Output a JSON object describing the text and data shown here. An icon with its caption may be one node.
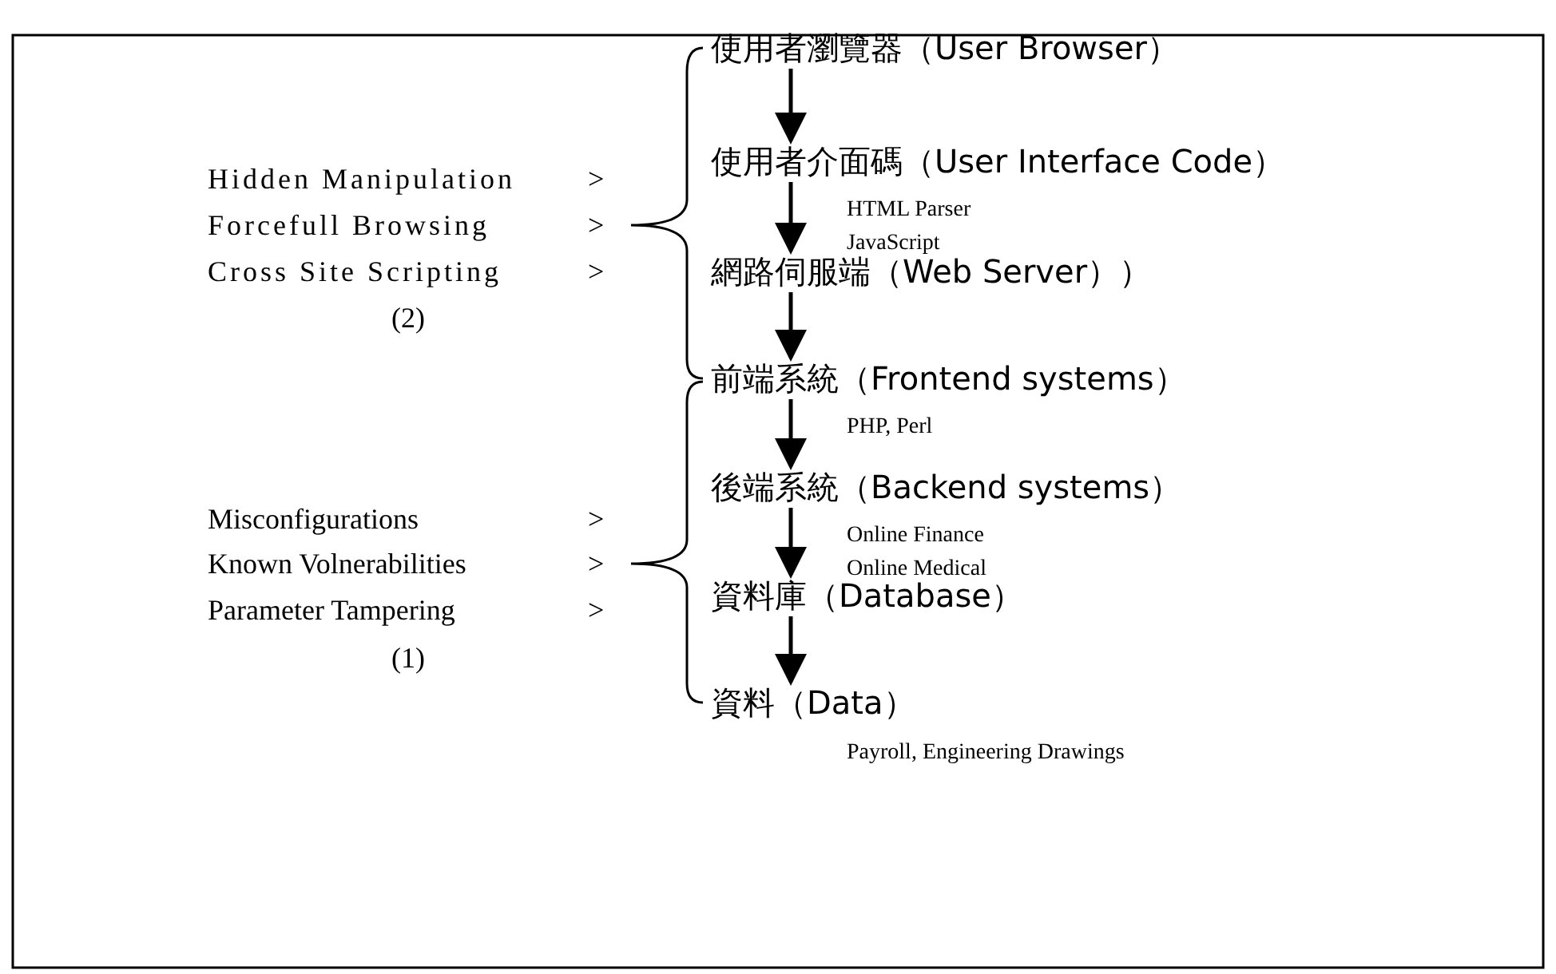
{
  "diagram": {
    "nodes": [
      {
        "text": [
          "使用者瀏覽器（User Browser）"
        ]
      },
      {
        "text": [
          "使用者介面碼（User Interface Code）"
        ]
      },
      {
        "text": [
          "網路伺服端（Web Server））"
        ]
      },
      {
        "text": [
          "前端系統（Frontend systems）"
        ]
      },
      {
        "text": [
          "後端系統（Backend systems）"
        ]
      },
      {
        "text": [
          "資料庫（Database）"
        ]
      },
      {
        "text": [
          "資料（Data）"
        ]
      }
    ],
    "edges": [
      {
        "from": 0,
        "to": 1,
        "arrow": "to"
      },
      {
        "from": 1,
        "to": 2,
        "arrow": "to"
      },
      {
        "from": 2,
        "to": 3,
        "arrow": "to"
      },
      {
        "from": 3,
        "to": 4,
        "arrow": "to"
      },
      {
        "from": 4,
        "to": 5,
        "arrow": "to"
      },
      {
        "from": 5,
        "to": 6,
        "arrow": "to"
      }
    ],
    "labels": [
      "Hidden Manipulation",
      ">",
      "Forcefull Browsing",
      ">",
      "Cross Site Scripting",
      ">",
      "(2)",
      "HTML Parser",
      "JavaScript",
      "PHP, Perl",
      "Misconfigurations",
      ">",
      "Known Volnerabilities",
      ">",
      "Parameter Tampering",
      ">",
      "(1)",
      "Online Finance",
      "Online Medical",
      "Payroll, Engineering Drawings"
    ]
  }
}
